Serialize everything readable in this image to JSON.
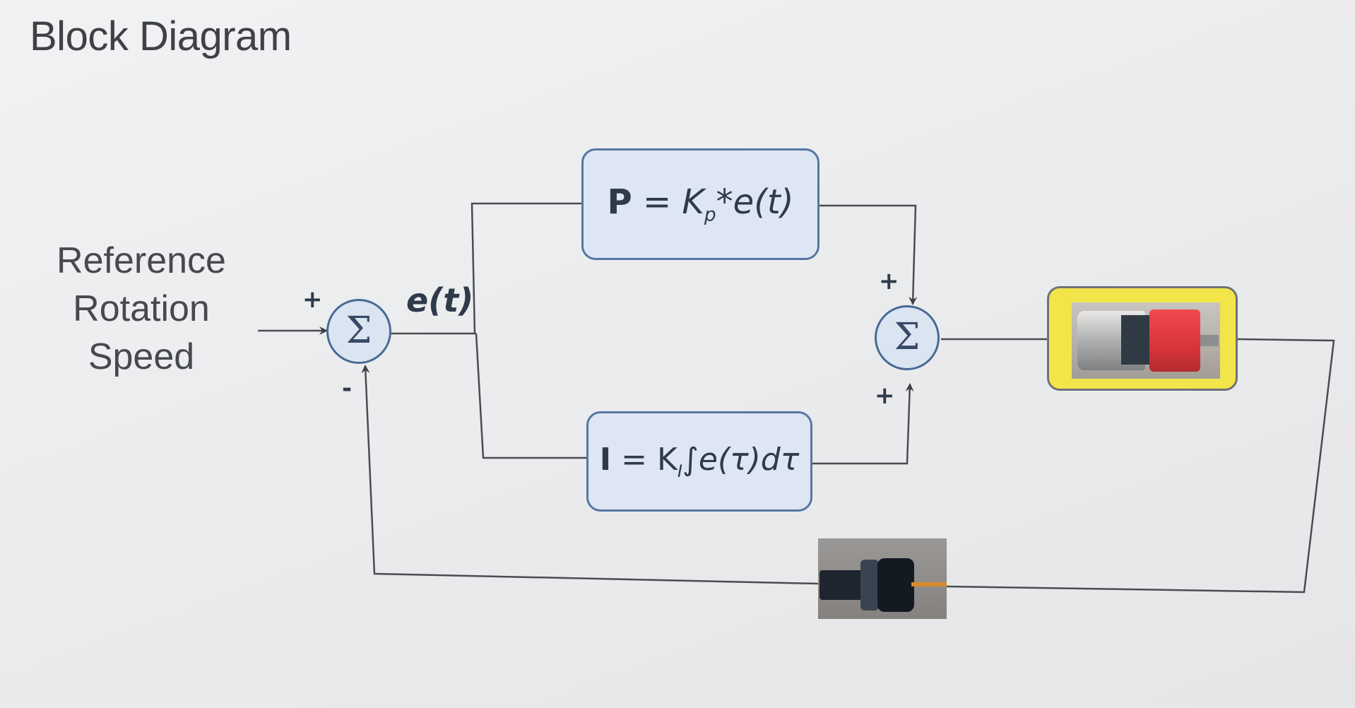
{
  "title": "Block Diagram",
  "input_label": [
    "Reference",
    "Rotation",
    "Speed"
  ],
  "summing_junction_symbol": "Σ",
  "error_signal": "e(t)",
  "signs": {
    "plus": "+",
    "minus": "-"
  },
  "proportional_block": {
    "lhs": "P",
    "gain": "K",
    "gain_sub": "p",
    "rhs_tail": "*e(t)"
  },
  "integral_block": {
    "lhs": "I",
    "gain": "K",
    "gain_sub": "I",
    "rhs_tail": "∫e(τ)dτ"
  },
  "plant_image": "dc-motor-photo",
  "sensor_image": "encoder-photo",
  "colors": {
    "block_fill": "#dde6f2",
    "block_border": "#5677a3",
    "motor_frame": "#f2e54a",
    "line": "#4a4c4f"
  }
}
